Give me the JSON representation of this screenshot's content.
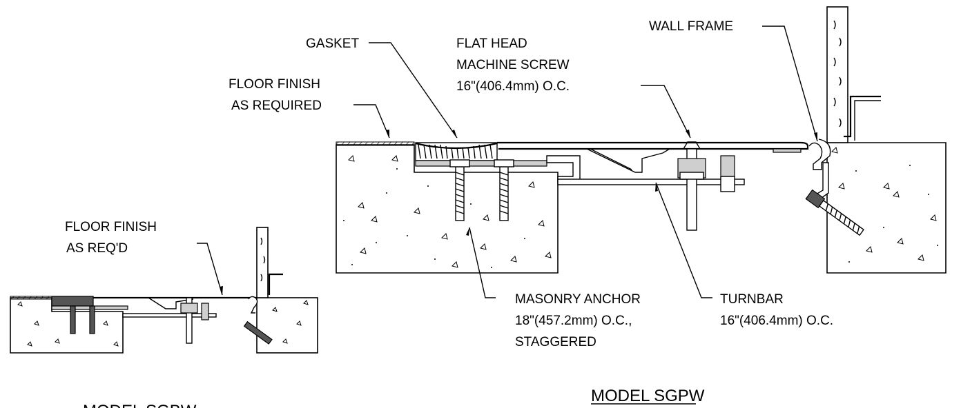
{
  "labels": {
    "gasket": "GASKET",
    "flat_head_1": "FLAT HEAD",
    "flat_head_2": "MACHINE SCREW",
    "flat_head_3": "16\"(406.4mm) O.C.",
    "wall_frame": "WALL FRAME",
    "floor_finish_1": "FLOOR FINISH",
    "floor_finish_2": "AS REQUIRED",
    "floor_finish_small_1": "FLOOR FINISH",
    "floor_finish_small_2": "AS REQ'D",
    "masonry_1": "MASONRY ANCHOR",
    "masonry_2": "18\"(457.2mm) O.C.,",
    "masonry_3": "STAGGERED",
    "turnbar_1": "TURNBAR",
    "turnbar_2": "16\"(406.4mm) O.C."
  },
  "titles": {
    "model_sgpw": "MODEL SGPW",
    "model_sgbw": "MODEL SGBW"
  }
}
